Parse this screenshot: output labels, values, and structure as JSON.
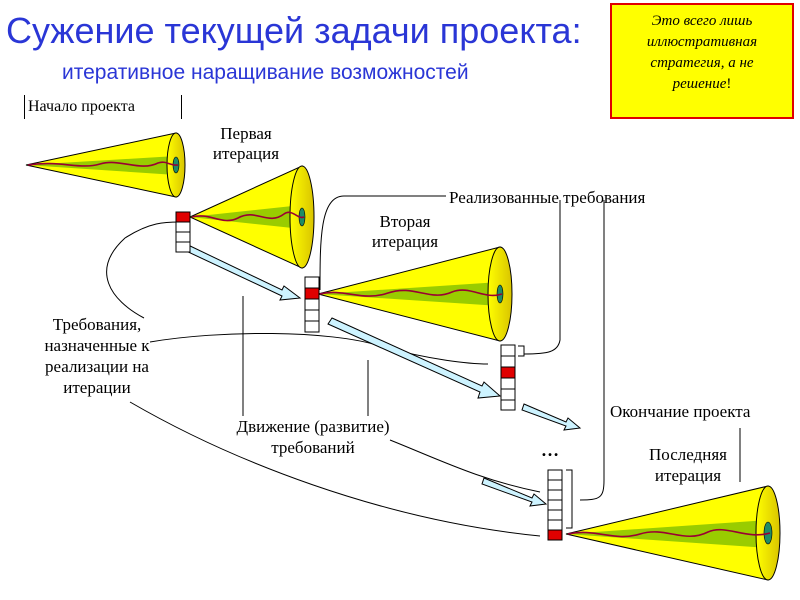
{
  "title": "Сужение текущей задачи проекта:",
  "subtitle": "итеративное наращивание возможностей",
  "note": {
    "line1": "Это всего лишь",
    "line2": "иллюстративная",
    "line3": "стратегия, а не",
    "line4_italic": "решение",
    "line4_end": "!"
  },
  "labels": {
    "project_start": "Начало проекта",
    "first_iteration": "Первая итерация",
    "implemented_requirements": "Реализованные требования",
    "second_iteration": "Вторая итерация",
    "assigned_requirements": "Требования, назначенные к реализации на итерации",
    "requirements_movement": "Движение (развитие) требований",
    "project_end": "Окончание проекта",
    "last_iteration": "Последняя итерация",
    "ellipsis": "…"
  },
  "colors": {
    "title": "#2a36d6",
    "cone_fill": "#ffff00",
    "cone_band": "#99cc00",
    "requirement_active": "#e00000",
    "arrow_fill": "#cdf3ff",
    "note_fill": "#ffff00",
    "note_border": "#e00000"
  }
}
